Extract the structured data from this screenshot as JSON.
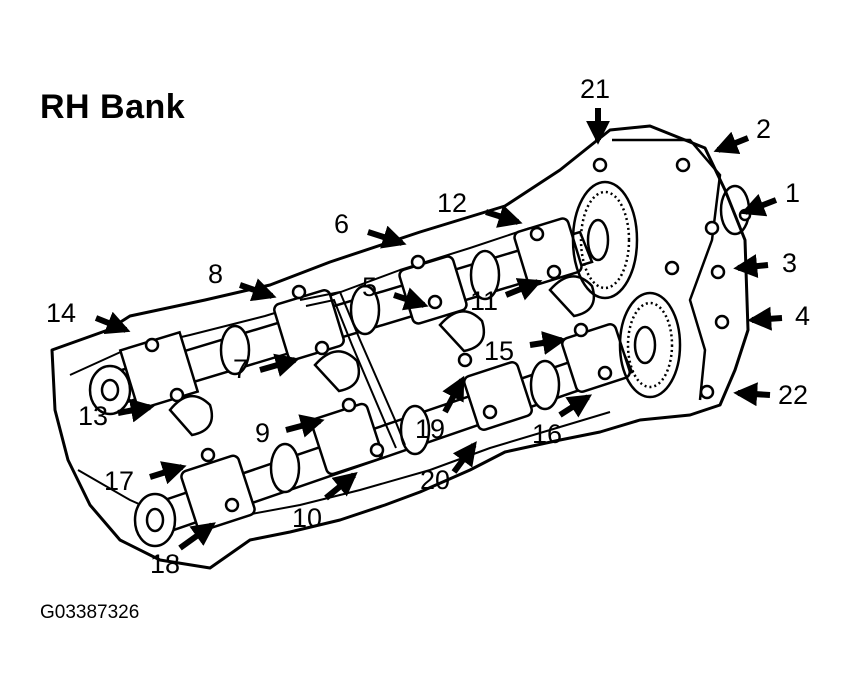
{
  "title": "RH Bank",
  "figure_code": "G03387326",
  "callouts": [
    "1",
    "2",
    "3",
    "4",
    "5",
    "6",
    "7",
    "8",
    "9",
    "10",
    "11",
    "12",
    "13",
    "14",
    "15",
    "16",
    "17",
    "18",
    "19",
    "20",
    "21",
    "22"
  ]
}
